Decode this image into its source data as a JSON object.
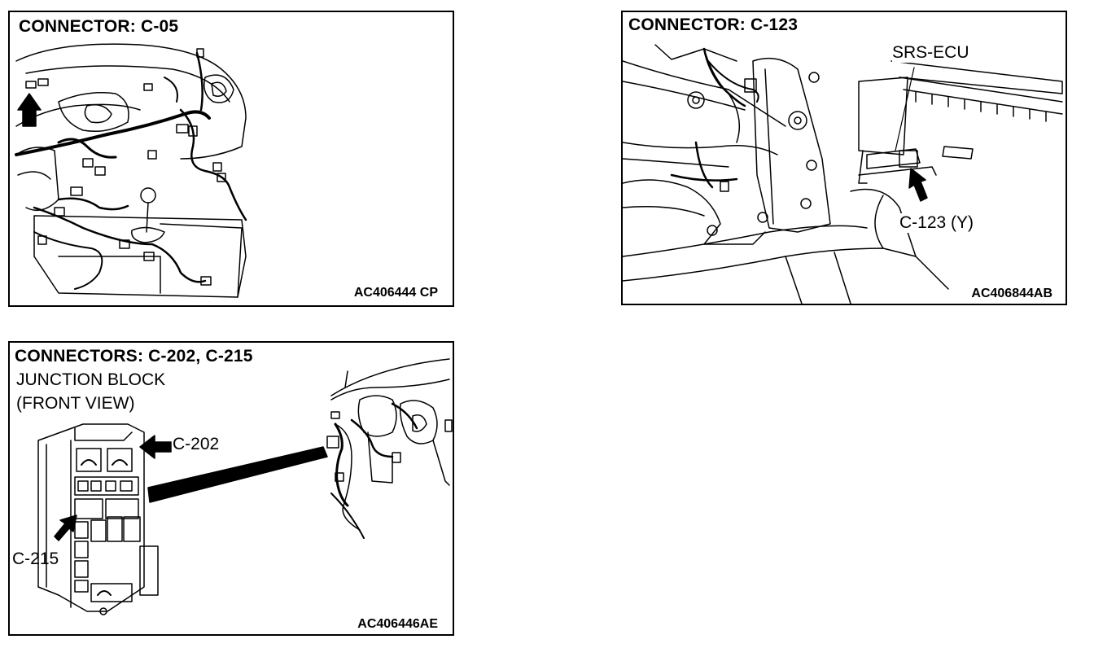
{
  "panels": [
    {
      "title": "CONNECTOR: C-05",
      "code": "AC406444 CP"
    },
    {
      "title": "CONNECTOR: C-123",
      "code": "AC406844AB",
      "labels": {
        "ecu": "SRS-ECU",
        "connector": "C-123 (Y)"
      }
    },
    {
      "title": "CONNECTORS: C-202, C-215",
      "subtitle_1": "JUNCTION BLOCK",
      "subtitle_2": "(FRONT VIEW)",
      "code": "AC406446AE",
      "labels": {
        "c202": "C-202",
        "c215": "C-215"
      }
    }
  ]
}
